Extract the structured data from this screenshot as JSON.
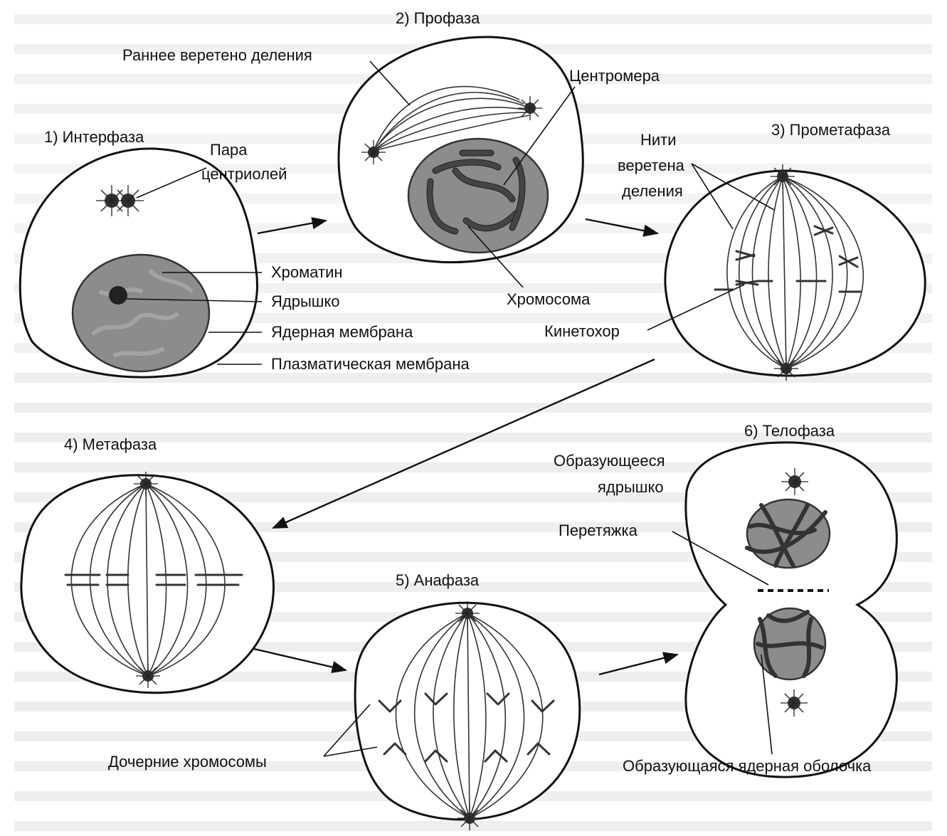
{
  "stages": {
    "interphase": "1) Интерфаза",
    "prophase": "2) Профаза",
    "prometaphase": "3) Прометафаза",
    "metaphase": "4) Метафаза",
    "anaphase": "5) Анафаза",
    "telophase": "6) Телофаза"
  },
  "labels": {
    "centriole_pair_line1": "Пара",
    "centriole_pair_line2": "центриолей",
    "chromatin": "Хроматин",
    "nucleolus": "Ядрышко",
    "nuclear_membrane": "Ядерная мембрана",
    "plasma_membrane": "Плазматическая мембрана",
    "early_spindle": "Раннее веретено деления",
    "centromere": "Центромера",
    "chromosome": "Хромосома",
    "spindle_fibers_line1": "Нити",
    "spindle_fibers_line2": "веретена",
    "spindle_fibers_line3": "деления",
    "kinetochore": "Кинетохор",
    "forming_nucleolus_line1": "Образующееся",
    "forming_nucleolus_line2": "ядрышко",
    "constriction": "Перетяжка",
    "daughter_chromosomes": "Дочерние хромосомы",
    "forming_nuclear_envelope": "Образующаяся ядерная оболочка"
  },
  "colors": {
    "ink": "#111111",
    "nucleus_fill": "#8c8c8c",
    "background_text": "#e3e3e3"
  }
}
